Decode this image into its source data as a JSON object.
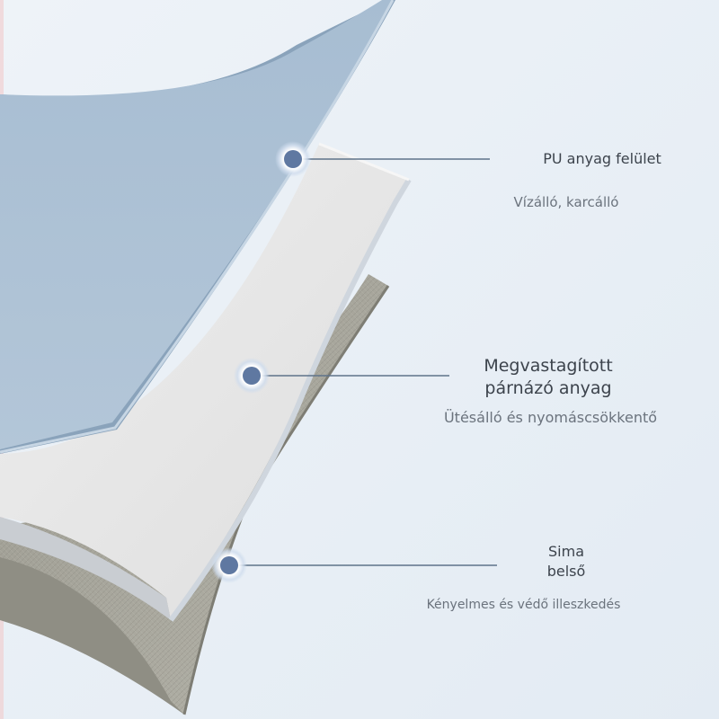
{
  "colors": {
    "background": "#e7eef5",
    "pu_layer": "#a9bfd3",
    "foam_layer": "#e6e6e6",
    "lining_layer": "#a9a89d",
    "marker": "#5f78a1",
    "leader_line": "#5f738a"
  },
  "layers": [
    {
      "title": "PU anyag felület",
      "subtitle": "Vízálló, karcálló"
    },
    {
      "title_line1": "Megvastagított",
      "title_line2": "párnázó anyag",
      "subtitle": "Ütésálló és nyomáscsökkentő"
    },
    {
      "title_line1": "Sima",
      "title_line2": "belső",
      "subtitle": "Kényelmes és védő illeszkedés"
    }
  ]
}
